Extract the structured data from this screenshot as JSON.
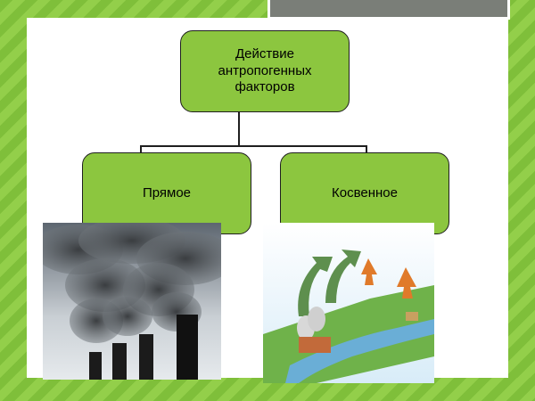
{
  "diagram": {
    "root": {
      "label": "Действие антропогенных факторов"
    },
    "children": [
      {
        "label": "Прямое"
      },
      {
        "label": "Косвенное"
      }
    ]
  },
  "images": [
    {
      "name": "smokestacks-photo"
    },
    {
      "name": "acid-rain-cycle-diagram"
    }
  ],
  "colors": {
    "box_fill": "#8cc63f",
    "frame_green": "#7fbf3a",
    "tab_gray": "#7a7e78"
  }
}
